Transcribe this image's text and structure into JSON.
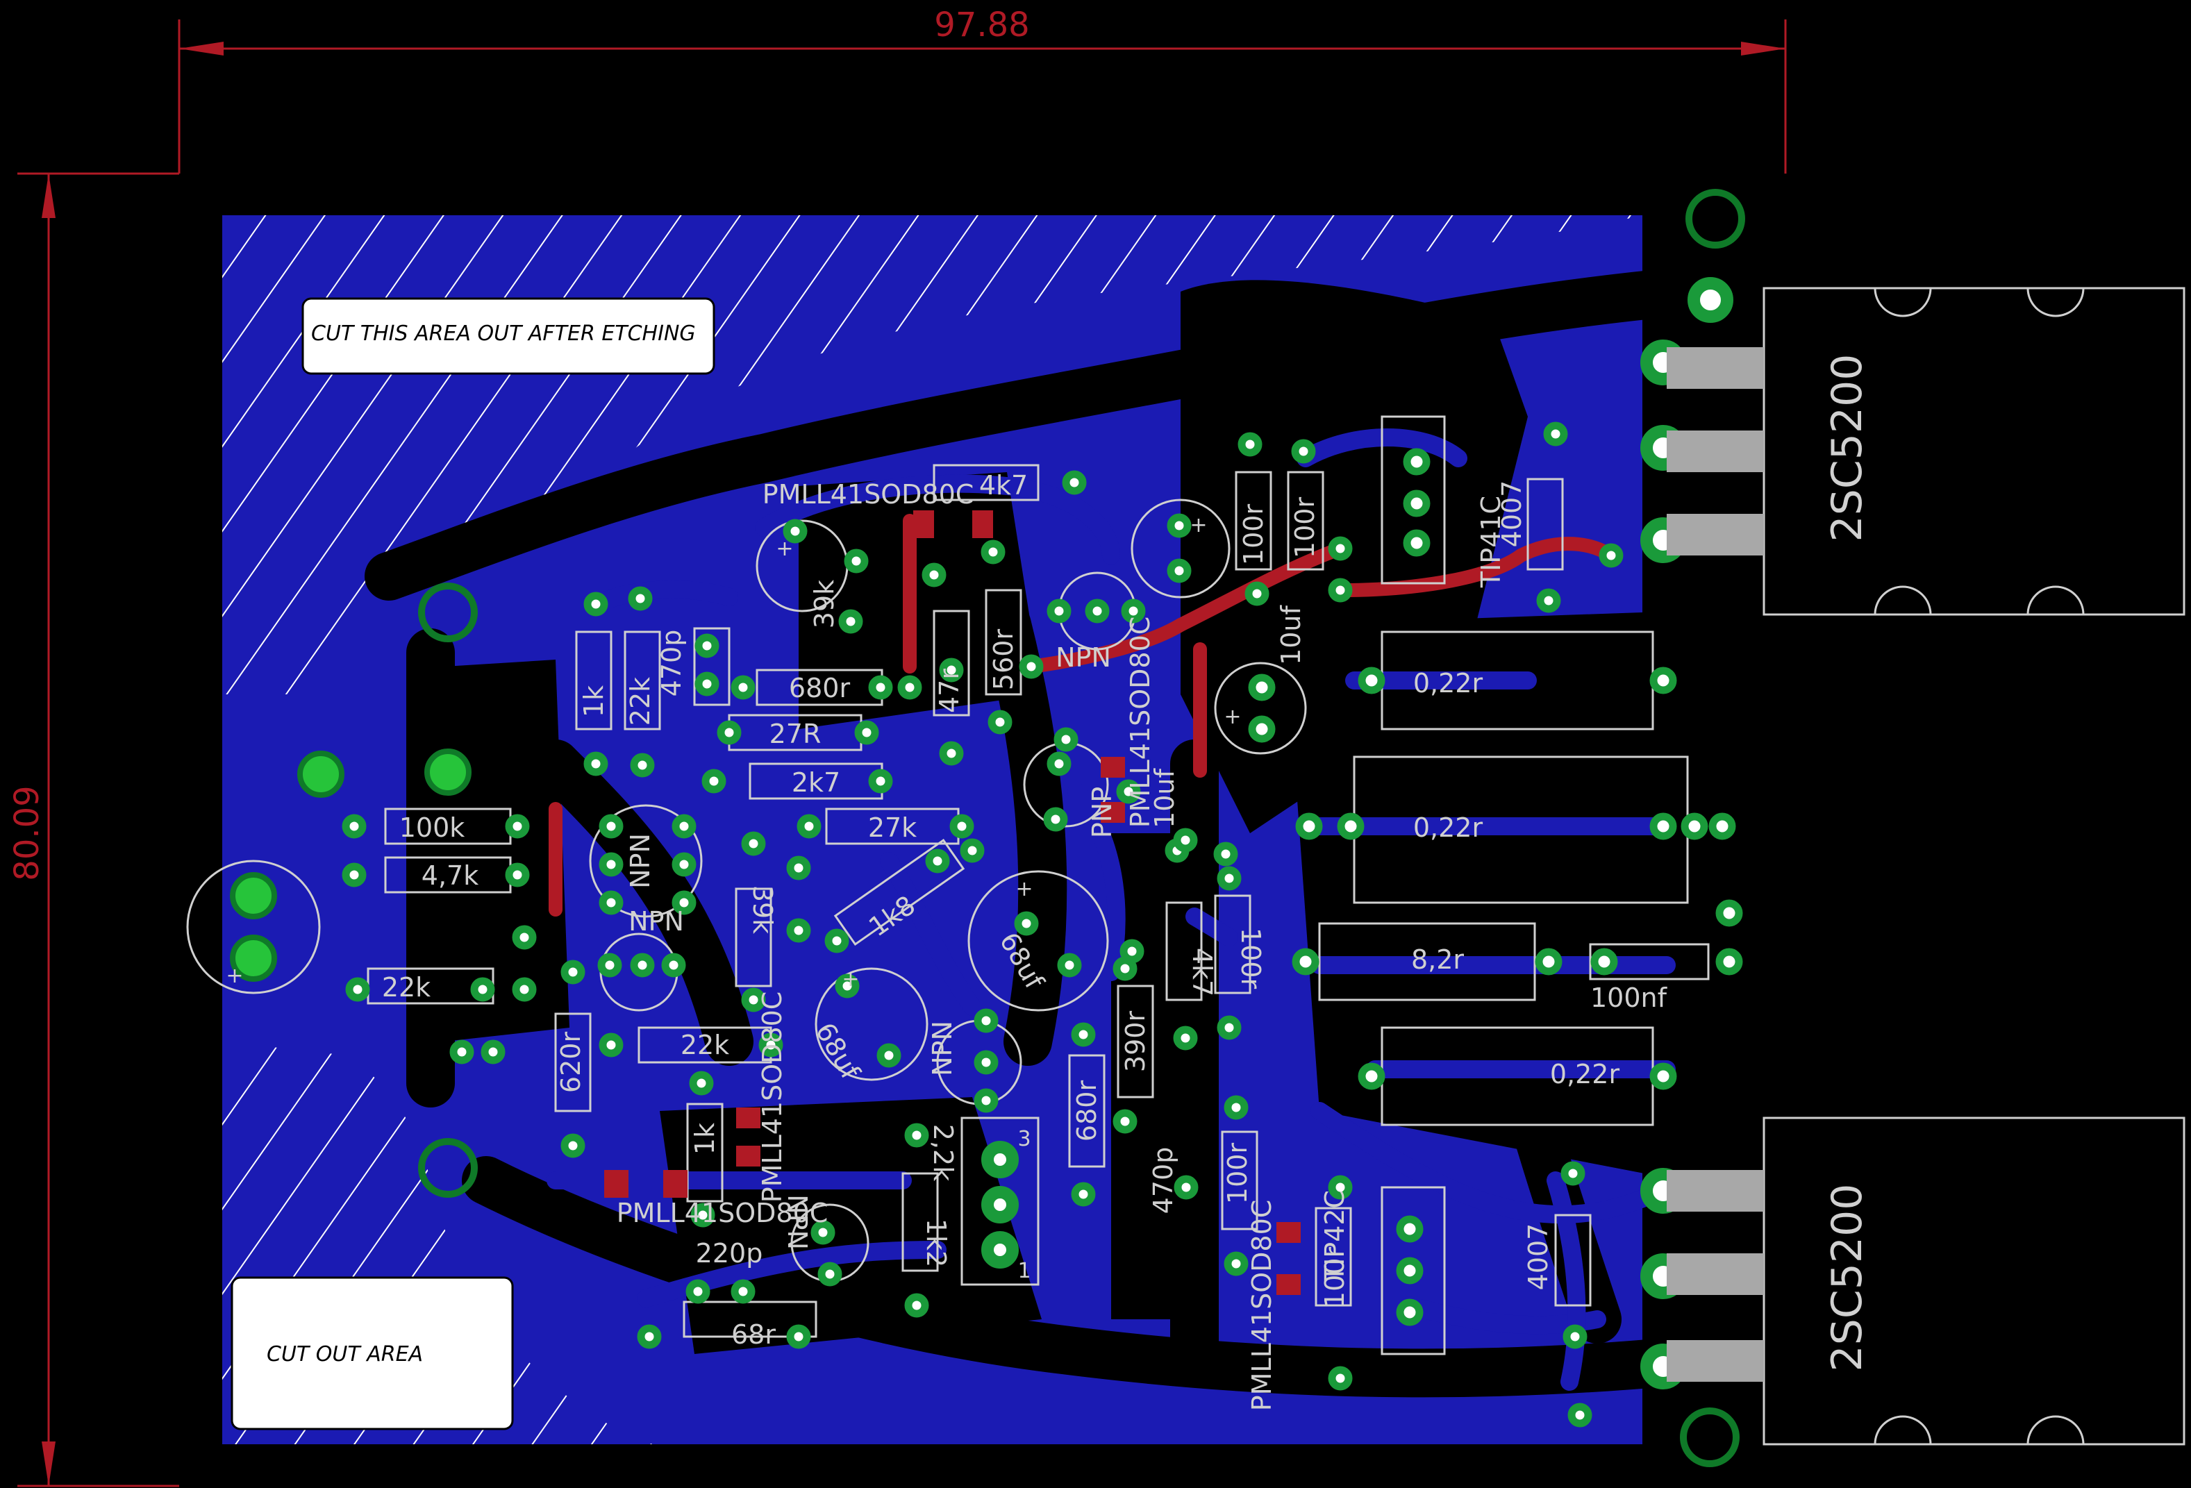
{
  "dimensions": {
    "width_label": "97.88",
    "height_label": "80.09"
  },
  "notes": {
    "top": "CUT THIS AREA OUT AFTER ETCHING",
    "bottom": "CUT OUT AREA"
  },
  "transistors": {
    "top": "2SC5200",
    "bottom": "2SC5200"
  },
  "labels": {
    "pmll_top": "PMLL41SOD80C",
    "pmll_mid": "PMLL41SOD80C",
    "pmll_bl": "PMLL41SOD80C",
    "pmll_lv": "PMLL41SOD80C",
    "pmll_br": "PMLL41SOD80C",
    "r4k7_top": "4k7",
    "r39k": "39k",
    "r1k": "1k",
    "r22k_top": "22k",
    "c470p_top": "470p",
    "r680r": "680r",
    "r47r": "47r",
    "r560r": "560r",
    "r27R": "27R",
    "r2k7": "2k7",
    "r27k": "27k",
    "r100k": "100k",
    "r4_7k": "4,7k",
    "r22k_left": "22k",
    "npn_a": "NPN",
    "npn_b": "NPN",
    "r39k_v": "39k",
    "r1k8": "1k8",
    "c68uf_a": "68uf",
    "c68uf_b": "68uf",
    "r620r": "620r",
    "r22k_mid": "22k",
    "r1k_low": "1k",
    "npn_c": "NPN",
    "npn_d": "NPN",
    "npn_top": "NPN",
    "pnp": "PNP",
    "c10uf": "10uf",
    "c10uf_b": "10uf",
    "r100r_a": "100r",
    "r100r_b": "100r",
    "tip41c": "TIP41C",
    "d4007_top": "4007",
    "r0_22_a": "0,22r",
    "r0_22_b": "0,22r",
    "r0_22_c": "0,22r",
    "r8_2": "8,2r",
    "c100nf": "100nf",
    "r4k7_mid": "4k7",
    "r100r_mid": "100r",
    "r390r": "390r",
    "r680r_low": "680r",
    "c470p_low": "470p",
    "r100r_low": "100r",
    "r2_2k": "2,2k",
    "r1k2": "1k2",
    "c220p": "220p",
    "r68r": "68r",
    "tip42c": "TIP42C",
    "r100r_lr": "100r",
    "d4007_bot": "4007",
    "pot_3": "3",
    "pot_1": "1",
    "plus_a": "+",
    "plus_b": "+",
    "plus_c": "+",
    "plus_d": "+",
    "plus_e": "+",
    "plus_f": "+"
  }
}
